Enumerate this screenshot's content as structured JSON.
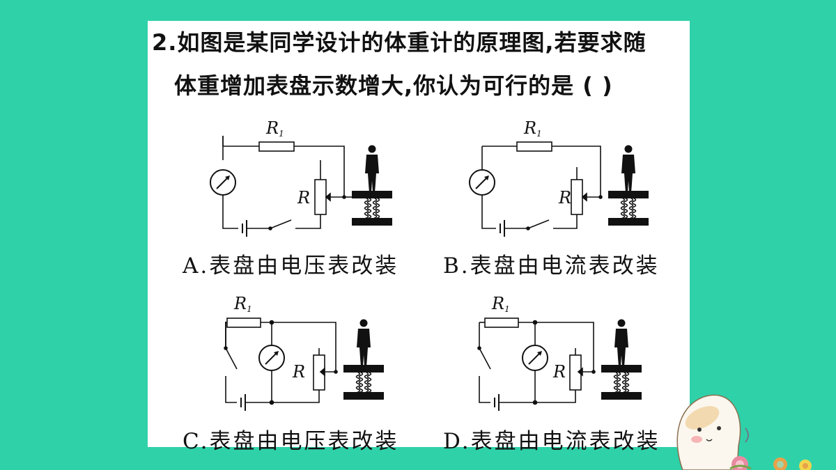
{
  "question": {
    "line1": "2.如图是某同学设计的体重计的原理图,若要求随",
    "line2": "体重增加表盘示数增大,你认为可行的是 (    )"
  },
  "options": [
    {
      "id": "A",
      "text": "A.表盘由电压表改装"
    },
    {
      "id": "B",
      "text": "B.表盘由电流表改装"
    },
    {
      "id": "C",
      "text": "C.表盘由电压表改装"
    },
    {
      "id": "D",
      "text": "D.表盘由电流表改装"
    }
  ],
  "labels": {
    "r1_main": "R",
    "r1_sub": "1",
    "r": "R"
  },
  "colors": {
    "background": "#2fd1a9",
    "card": "#ffffff",
    "ink": "#111111"
  }
}
